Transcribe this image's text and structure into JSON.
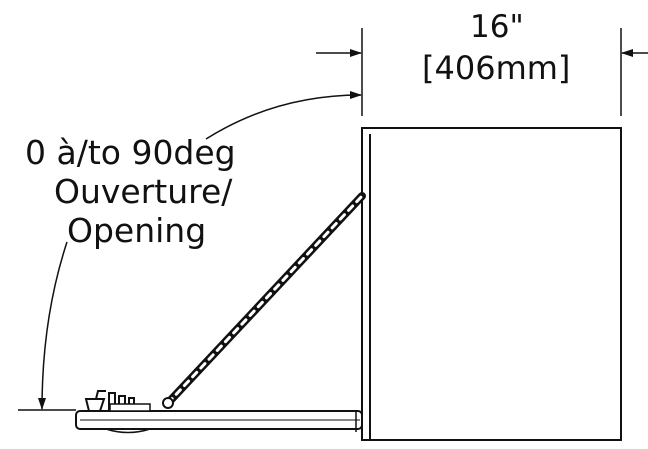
{
  "dimension": {
    "inches": "16\"",
    "millimeters": "[406mm]"
  },
  "opening_note": {
    "line1": "0 à/to 90deg",
    "line2": "Ouverture/",
    "line3": "Opening"
  },
  "colors": {
    "line": "#111111",
    "background": "#ffffff"
  }
}
